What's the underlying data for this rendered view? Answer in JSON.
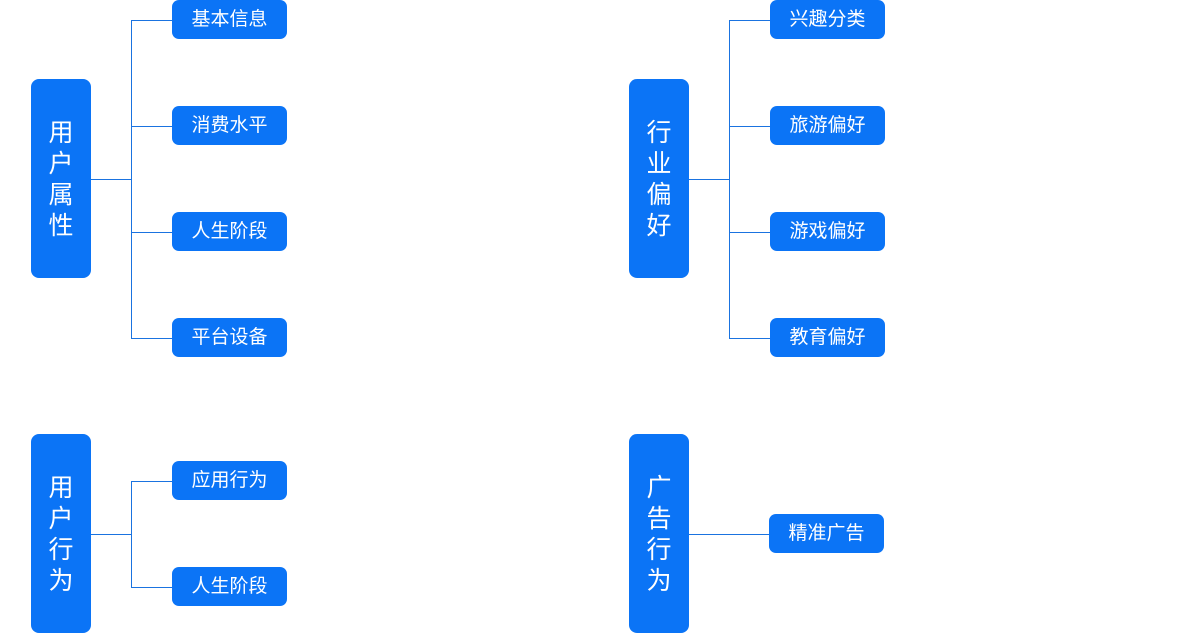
{
  "colors": {
    "box": "#0b74f6",
    "line": "#1a73e0"
  },
  "groups": [
    {
      "title": [
        "用",
        "户",
        "属",
        "性"
      ],
      "items": [
        "基本信息",
        "消费水平",
        "人生阶段",
        "平台设备"
      ]
    },
    {
      "title": [
        "行",
        "业",
        "偏",
        "好"
      ],
      "items": [
        "兴趣分类",
        "旅游偏好",
        "游戏偏好",
        "教育偏好"
      ]
    },
    {
      "title": [
        "用",
        "户",
        "行",
        "为"
      ],
      "items": [
        "应用行为",
        "人生阶段"
      ]
    },
    {
      "title": [
        "广",
        "告",
        "行",
        "为"
      ],
      "items": [
        "精准广告"
      ]
    }
  ]
}
